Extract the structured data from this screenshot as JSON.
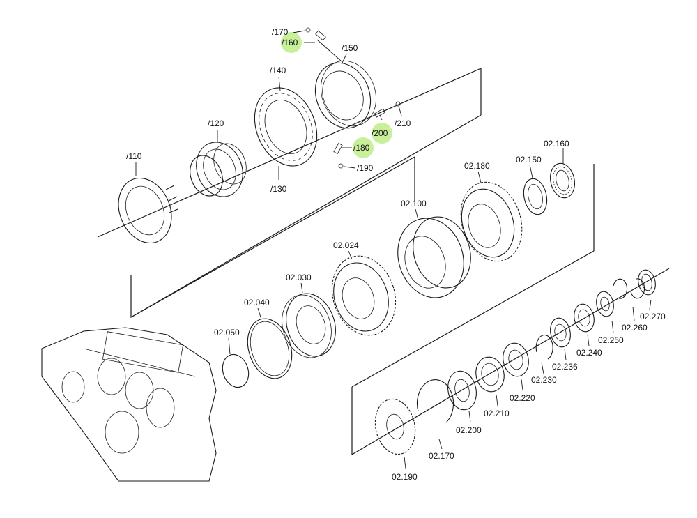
{
  "highlight_color": "#c8f09a",
  "labels": {
    "p170": "/170",
    "p160": "/160",
    "p150": "/150",
    "p140": "/140",
    "p120": "/120",
    "p110": "/110",
    "p130": "/130",
    "p200": "/200",
    "p210": "/210",
    "p180": "/180",
    "p190": "/190",
    "a160": "02.160",
    "a150": "02.150",
    "a180": "02.180",
    "a100": "02.100",
    "a024": "02.024",
    "a030": "02.030",
    "a040": "02.040",
    "a050": "02.050",
    "a270": "02.270",
    "a260": "02.260",
    "a250": "02.250",
    "a240": "02.240",
    "a236": "02.236",
    "a230": "02.230",
    "a220": "02.220",
    "a210": "02.210",
    "a200": "02.200",
    "a170": "02.170",
    "a190": "02.190"
  },
  "highlighted": [
    "/160",
    "/200",
    "/180"
  ]
}
